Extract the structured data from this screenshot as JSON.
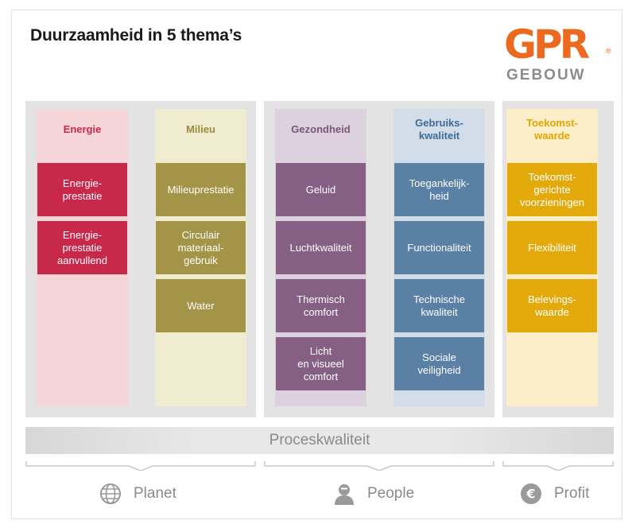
{
  "title": "Duurzaamheid in 5 thema’s",
  "logo": {
    "main": "GPR",
    "registered": "®",
    "sub": "GEBOUW"
  },
  "columns": [
    {
      "header": "Energie",
      "header_color": "#c8284a",
      "bg_color": "#f6d5d8",
      "box_color": "#c8284a",
      "items": [
        "Energie-\nprestatie",
        "Energie-\nprestatie\naanvullend"
      ]
    },
    {
      "header": "Milieu",
      "header_color": "#9b8c3a",
      "bg_color": "#efeccf",
      "box_color": "#a39447",
      "items": [
        "Milieuprestatie",
        "Circulair\nmateriaal-\ngebruik",
        "Water"
      ]
    },
    {
      "header": "Gezondheid",
      "header_color": "#7a5677",
      "bg_color": "#ddd0df",
      "box_color": "#855f84",
      "items": [
        "Geluid",
        "Luchtkwaliteit",
        "Thermisch\ncomfort",
        "Licht\nen visueel\ncomfort"
      ]
    },
    {
      "header": "Gebruiks-\nkwaliteit",
      "header_color": "#3e6a97",
      "bg_color": "#d3dde9",
      "box_color": "#5b80a6",
      "items": [
        "Toegankelijk-\nheid",
        "Functionaliteit",
        "Technische\nkwaliteit",
        "Sociale\nveiligheid"
      ]
    },
    {
      "header": "Toekomst-\nwaarde",
      "header_color": "#e3a600",
      "bg_color": "#fbeec8",
      "box_color": "#e4aa0c",
      "items": [
        "Toekomst-\ngerichte\nvoorzieningen",
        "Flexibiliteit",
        "Belevings-\nwaarde"
      ]
    }
  ],
  "process_bar": "Proceskwaliteit",
  "pillars": [
    {
      "label": "Planet",
      "icon": "globe-icon"
    },
    {
      "label": "People",
      "icon": "person-icon"
    },
    {
      "label": "Profit",
      "icon": "euro-icon"
    }
  ]
}
